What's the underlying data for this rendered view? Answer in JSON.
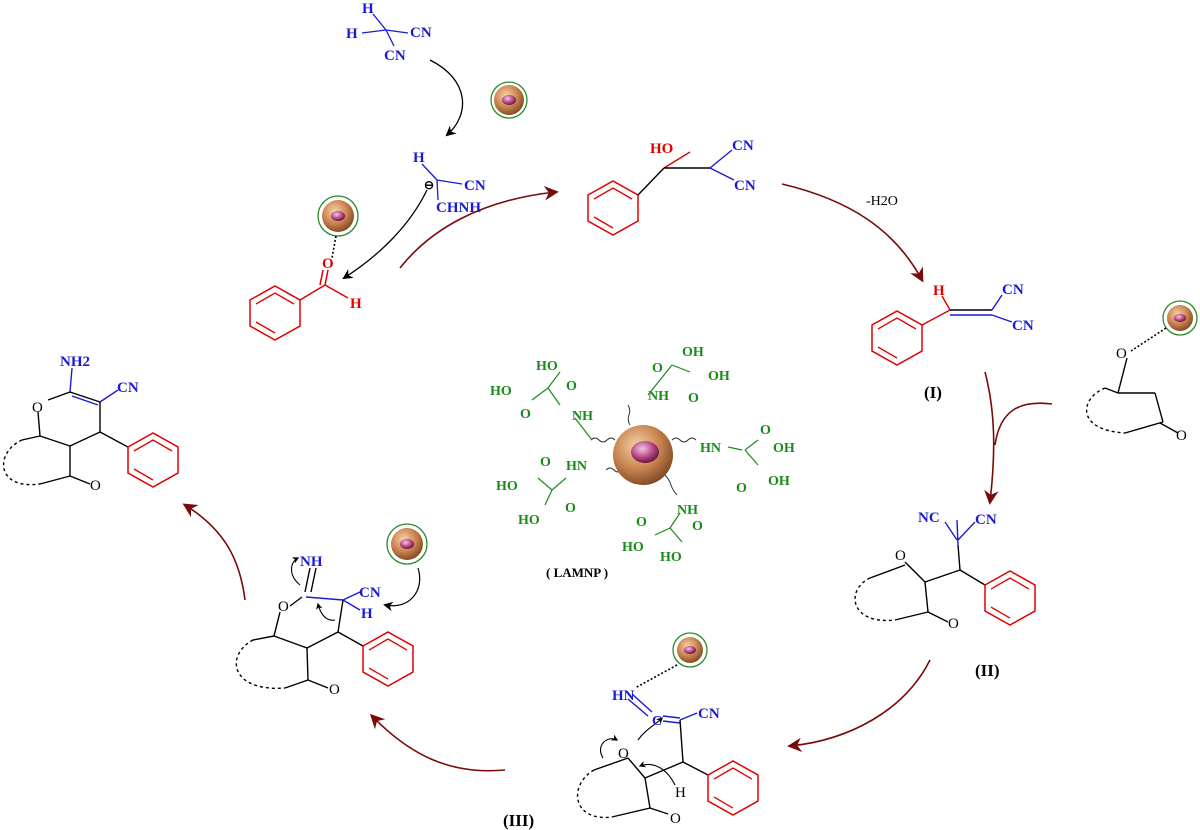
{
  "colors": {
    "reactant": "#1a1ad6",
    "intermediate": "#e00000",
    "catalyst": "#1a8a1a",
    "arrow": "#7a0a0a",
    "bond": "#000000",
    "np_fill": "#c07a45",
    "np_core": "#a02c6a",
    "np_ring": "#2a8a2a"
  },
  "malononitrile": {
    "h1": "H",
    "h2": "H",
    "cn1": "CN",
    "cn2": "CN"
  },
  "carbanion": {
    "h": "H",
    "minus": "⊖",
    "cn": "CN",
    "chnh": "CHNH"
  },
  "benzaldehyde": {
    "o": "O",
    "h": "H"
  },
  "adduct": {
    "ho": "HO",
    "cn1": "CN",
    "cn2": "CN"
  },
  "dehydration": {
    "label": "-H2O"
  },
  "compound_I": {
    "h": "H",
    "cn1": "CN",
    "cn2": "CN",
    "label": "(I)"
  },
  "diketone": {
    "o1": "O",
    "o2": "O"
  },
  "compound_II": {
    "nc": "NC",
    "cn": "CN",
    "o1": "O",
    "o2": "O",
    "label": "(II)"
  },
  "compound_III": {
    "hn": "HN",
    "c": "C",
    "cn": "CN",
    "o1": "O",
    "o2": "O",
    "h": "H",
    "label": "(III)"
  },
  "cyclized": {
    "nh": "NH",
    "cn": "CN",
    "o_ring": "O",
    "h": "H",
    "o_keto": "O"
  },
  "product": {
    "nh2": "NH2",
    "cn": "CN",
    "o_ring": "O",
    "o_keto": "O"
  },
  "catalyst": {
    "label": "( LAMNP )",
    "groups": [
      {
        "oh1": "HO",
        "o1": "O",
        "oh2": "HO",
        "o2": "O",
        "nh": "NH"
      },
      {
        "oh1": "OH",
        "o1": "O",
        "oh2": "OH",
        "o2": "O",
        "nh": "NH"
      },
      {
        "oh1": "OH",
        "o1": "O",
        "oh2": "OH",
        "o2": "O",
        "nh": "HN"
      },
      {
        "oh1": "HO",
        "o1": "O",
        "oh2": "HO",
        "o2": "O",
        "nh": "HN"
      },
      {
        "oh1": "HO",
        "o1": "O",
        "oh2": "HO",
        "o2": "O",
        "nh": "NH"
      }
    ]
  }
}
